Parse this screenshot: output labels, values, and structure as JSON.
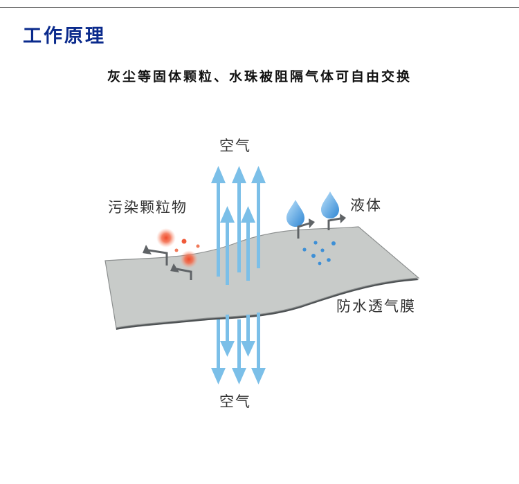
{
  "header": {
    "title": "工作原理"
  },
  "subtitle": "灰尘等固体颗粒、水珠被阻隔气体可自由交换",
  "diagram": {
    "air_top": "空气",
    "air_bottom": "空气",
    "particles": "污染颗粒物",
    "liquid": "液体",
    "membrane": "防水透气膜"
  },
  "colors": {
    "title": "#0a2a8c",
    "air_arrow": "#7bbfe8",
    "membrane_fill": "#c8cbc9",
    "membrane_edge": "#5a5e60",
    "particle": "#f05a3a",
    "droplet": "#3d8fd6"
  }
}
